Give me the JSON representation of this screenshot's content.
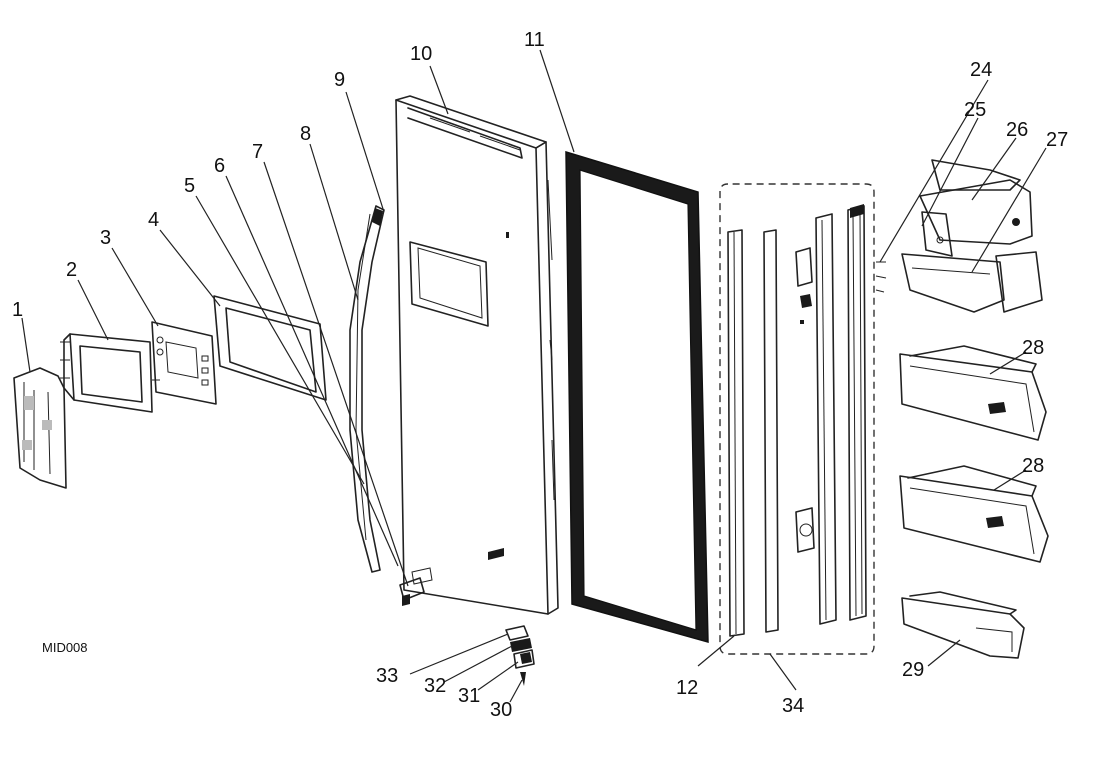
{
  "diagram": {
    "code": "MID008",
    "part_labels": [
      "1",
      "2",
      "3",
      "4",
      "5",
      "6",
      "7",
      "8",
      "9",
      "10",
      "11",
      "12",
      "24",
      "25",
      "26",
      "27",
      "28",
      "28",
      "29",
      "30",
      "31",
      "32",
      "33",
      "34"
    ]
  }
}
